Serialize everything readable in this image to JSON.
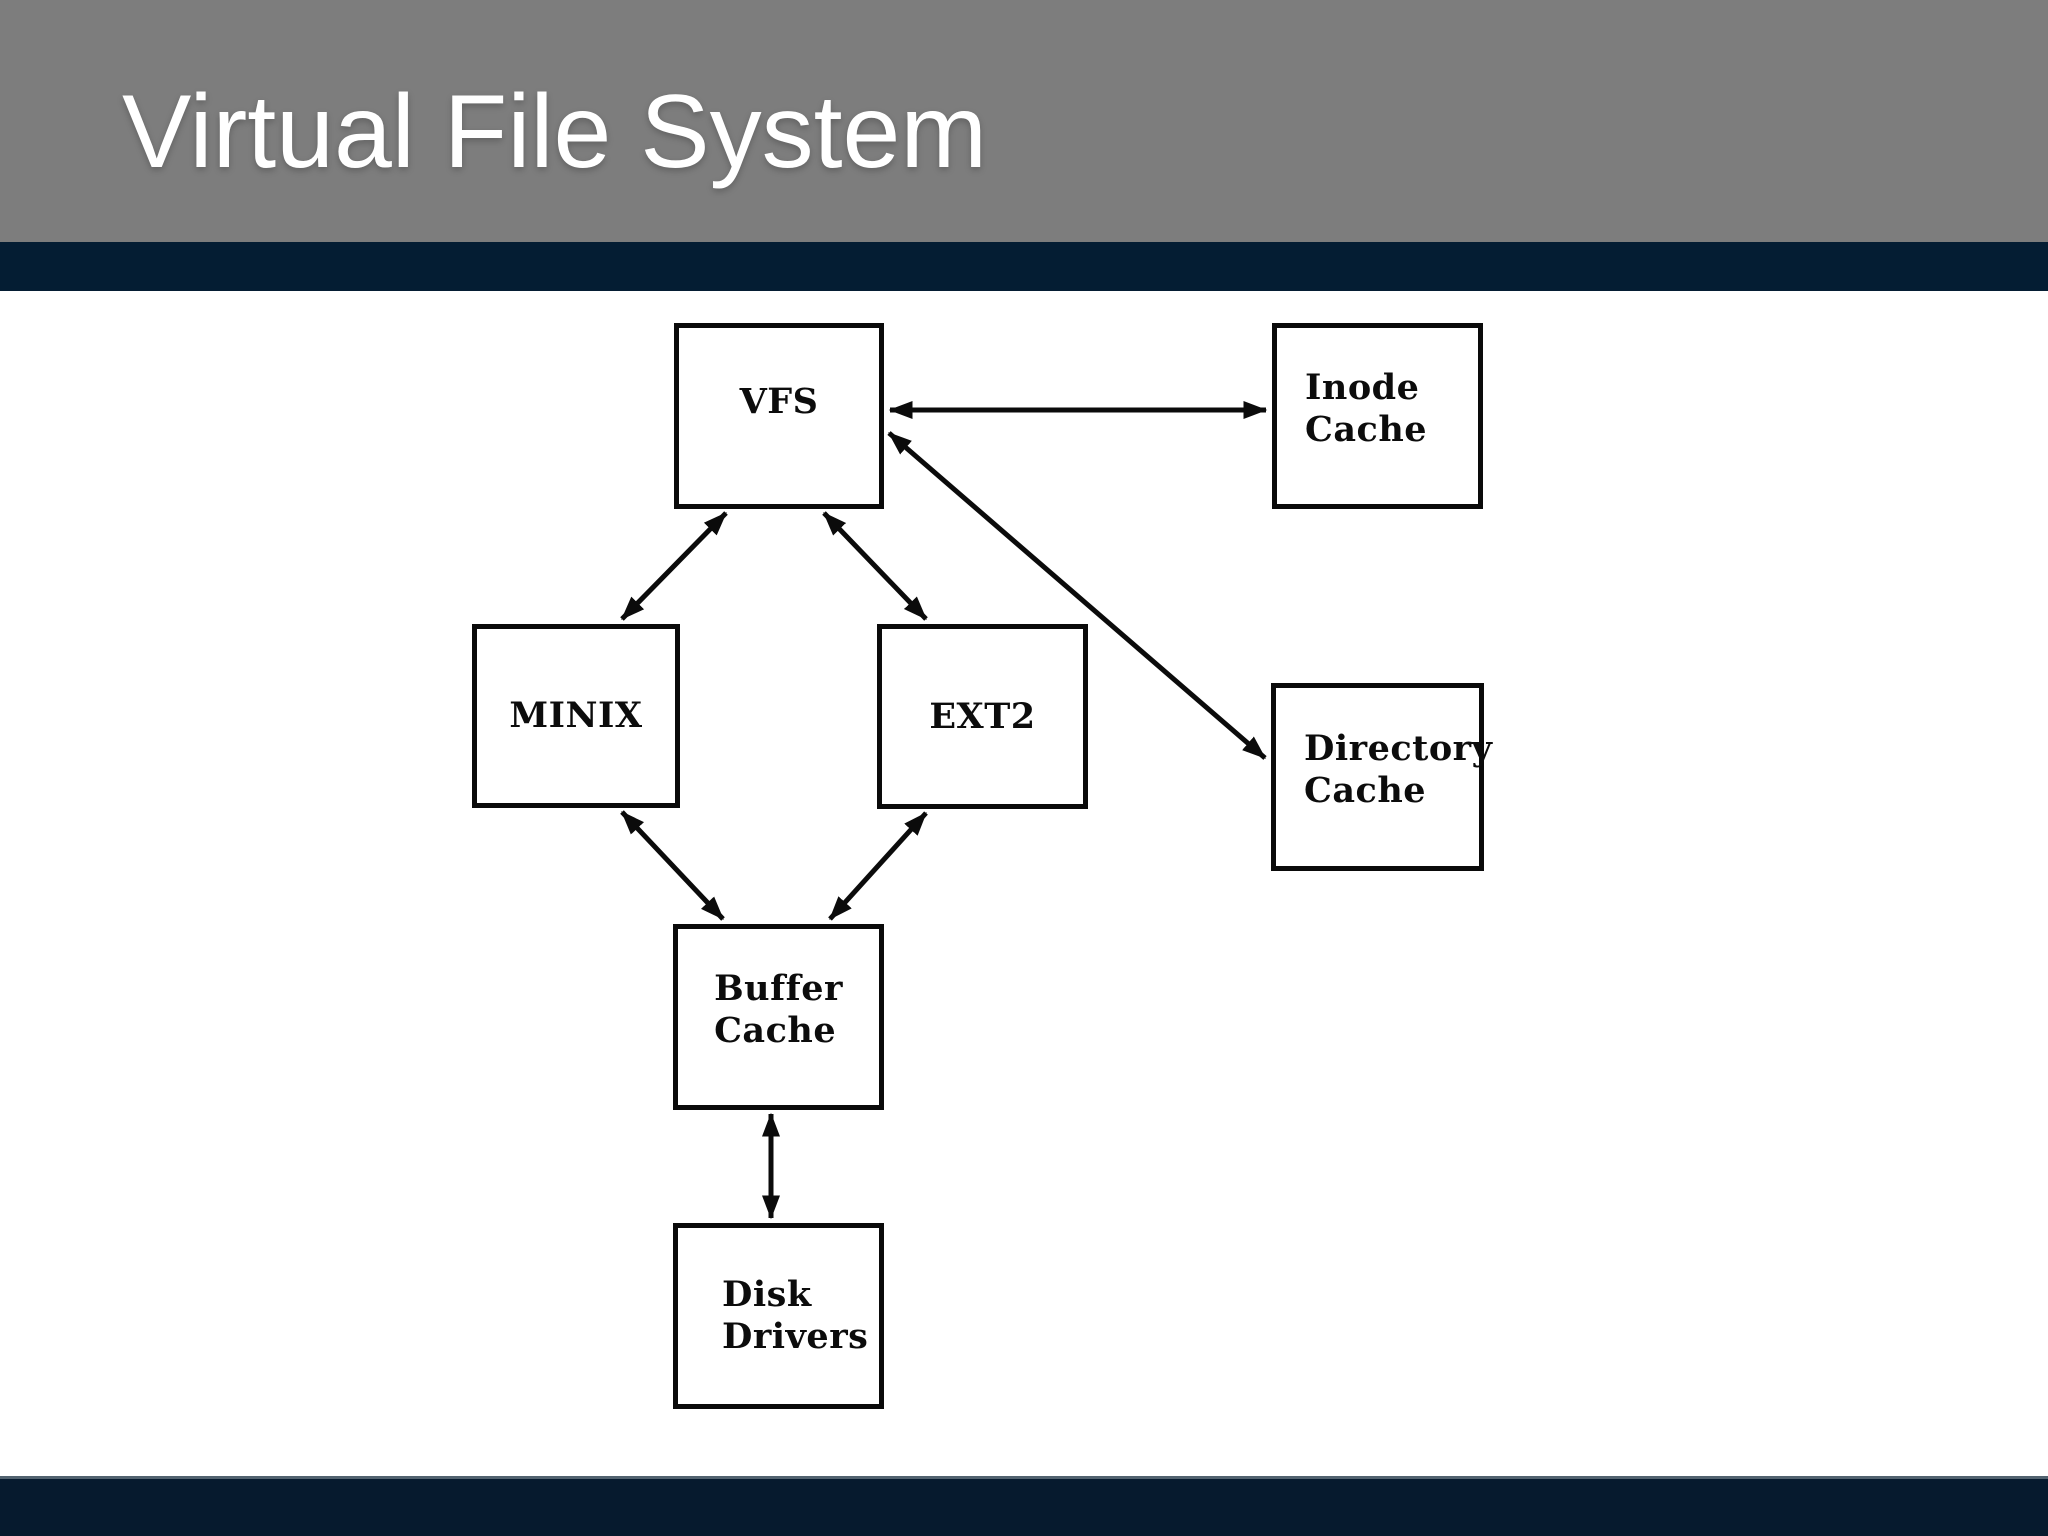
{
  "header": {
    "title": "Virtual File System"
  },
  "diagram": {
    "nodes": [
      {
        "id": "vfs",
        "label": "VFS"
      },
      {
        "id": "inode-cache",
        "label": "Inode\nCache"
      },
      {
        "id": "minix",
        "label": "MINIX"
      },
      {
        "id": "ext2",
        "label": "EXT2"
      },
      {
        "id": "directory-cache",
        "label": "Directory\nCache"
      },
      {
        "id": "buffer-cache",
        "label": "Buffer\nCache"
      },
      {
        "id": "disk-drivers",
        "label": "Disk\nDrivers"
      }
    ],
    "edges": [
      {
        "from": "VFS",
        "to": "Inode Cache",
        "type": "bidirectional-arrow"
      },
      {
        "from": "VFS",
        "to": "Directory Cache",
        "type": "bidirectional-arrow"
      },
      {
        "from": "VFS",
        "to": "MINIX",
        "type": "bidirectional-arrow"
      },
      {
        "from": "VFS",
        "to": "EXT2",
        "type": "bidirectional-arrow"
      },
      {
        "from": "MINIX",
        "to": "Buffer Cache",
        "type": "bidirectional-arrow"
      },
      {
        "from": "EXT2",
        "to": "Buffer Cache",
        "type": "bidirectional-arrow"
      },
      {
        "from": "Buffer Cache",
        "to": "Disk Drivers",
        "type": "bidirectional-arrow"
      }
    ]
  },
  "colors": {
    "header_bg": "#7d7d7d",
    "accent_bar": "#041d33",
    "canvas_bg": "#ffffff",
    "footer_bg": "#061a2e",
    "footer_top_line": "#51626f",
    "title_text": "#ffffff",
    "box_border": "#0a0a0a",
    "box_text": "#0c0c0c",
    "arrow": "#0b0b0b"
  }
}
